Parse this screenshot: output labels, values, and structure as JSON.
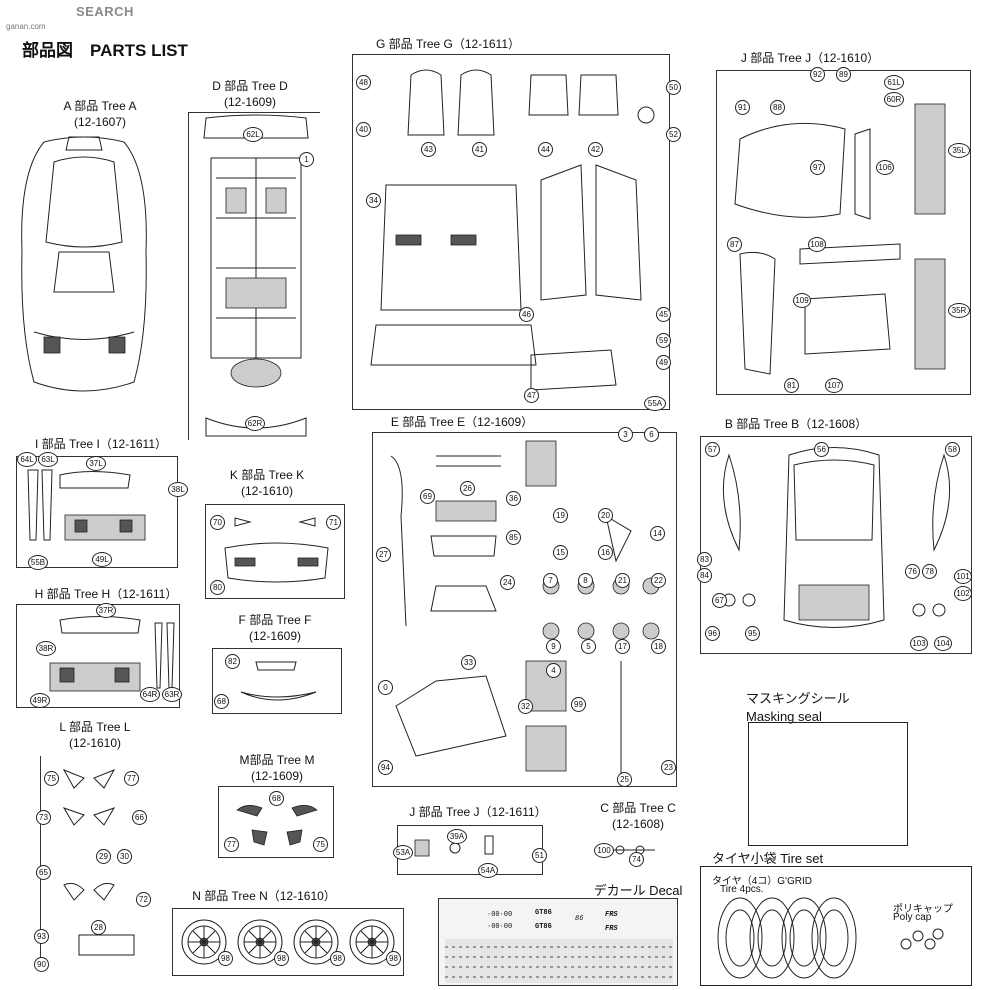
{
  "site": {
    "logo": "SEARCH",
    "logo_mark": "",
    "sub": "ganan.com"
  },
  "page_title": "部品図　PARTS LIST",
  "trees": {
    "A": {
      "label": "A 部品 Tree A",
      "code": "(12-1607)"
    },
    "D": {
      "label": "D 部品 Tree D",
      "code": "(12-1609)"
    },
    "G": {
      "label": "G 部品 Tree G（12-1611）"
    },
    "J1": {
      "label": "J 部品 Tree J（12-1610）"
    },
    "I": {
      "label": "I 部品 Tree I（12-1611）"
    },
    "K": {
      "label": "K 部品 Tree K",
      "code": "(12-1610)"
    },
    "E": {
      "label": "E 部品 Tree E（12-1609）"
    },
    "B": {
      "label": "B 部品 Tree B（12-1608）"
    },
    "H": {
      "label": "H 部品 Tree H（12-1611）"
    },
    "F": {
      "label": "F 部品 Tree F",
      "code": "(12-1609)"
    },
    "L": {
      "label": "L 部品 Tree L",
      "code": "(12-1610)"
    },
    "M": {
      "label": "M部品 Tree M",
      "code": "(12-1609)"
    },
    "J2": {
      "label": "J 部品 Tree J（12-1611）"
    },
    "C": {
      "label": "C 部品 Tree C",
      "code": "(12-1608)"
    },
    "N": {
      "label": "N 部品 Tree N（12-1610）"
    }
  },
  "masking": {
    "jp": "マスキングシール",
    "en": "Masking seal"
  },
  "decal": {
    "label": "デカール Decal",
    "lines": [
      "·00·00",
      "GT86",
      "86",
      "FRS"
    ]
  },
  "tire_set": {
    "label": "タイヤ小袋 Tire set",
    "line1": "タイヤ（4コ）G'GRID",
    "line2": "Tire 4pcs.",
    "cap_jp": "ポリキャップ",
    "cap_en": "Poly cap"
  },
  "part_numbers": {
    "D": [
      "62L",
      "1",
      "62R"
    ],
    "G": [
      "48",
      "40",
      "43",
      "41",
      "44",
      "42",
      "50",
      "52",
      "34",
      "46",
      "45",
      "59",
      "49",
      "47",
      "55A"
    ],
    "J1": [
      "92",
      "89",
      "91",
      "88",
      "61L",
      "60R",
      "97",
      "106",
      "35L",
      "87",
      "108",
      "109",
      "35R",
      "81",
      "107"
    ],
    "I": [
      "64L",
      "63L",
      "37L",
      "38L",
      "55B",
      "49L"
    ],
    "K": [
      "70",
      "71",
      "80"
    ],
    "E": [
      "26",
      "69",
      "36",
      "19",
      "20",
      "3",
      "6",
      "27",
      "85",
      "15",
      "16",
      "14",
      "24",
      "7",
      "8",
      "21",
      "22",
      "9",
      "5",
      "17",
      "18",
      "33",
      "4",
      "0",
      "32",
      "99",
      "94",
      "25",
      "23"
    ],
    "B": [
      "57",
      "56",
      "58",
      "83",
      "84",
      "67",
      "76",
      "78",
      "101",
      "102",
      "96",
      "95",
      "103",
      "104"
    ],
    "H": [
      "37R",
      "38R",
      "49R",
      "64R",
      "63R"
    ],
    "F": [
      "82",
      "68"
    ],
    "L": [
      "75",
      "77",
      "73",
      "66",
      "29",
      "30",
      "65",
      "72",
      "28",
      "93",
      "90"
    ],
    "M": [
      "68",
      "77",
      "75"
    ],
    "J2": [
      "39A",
      "53A",
      "54A",
      "51"
    ],
    "C": [
      "100",
      "74"
    ],
    "N": [
      "98",
      "98",
      "98",
      "98"
    ]
  }
}
